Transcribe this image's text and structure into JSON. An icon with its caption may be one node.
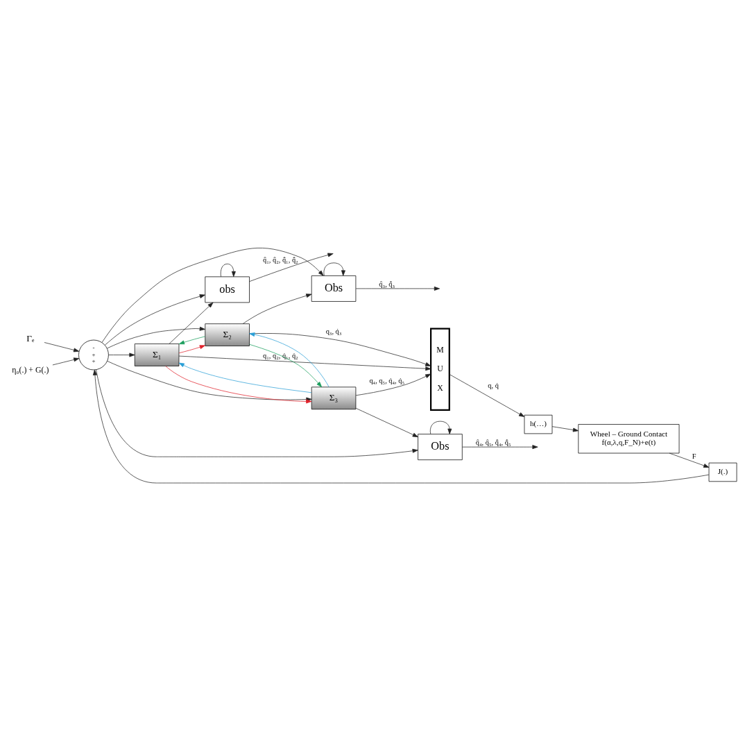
{
  "diagram": {
    "nodes": [
      {
        "text": [
          "Γₑ"
        ]
      },
      {
        "text": [
          "η₀(.) + G(.)"
        ]
      },
      {
        "text": [
          "-",
          "+",
          "+"
        ]
      },
      {
        "text": [
          "Σ₁"
        ]
      },
      {
        "text": [
          "obs"
        ]
      },
      {
        "text": [
          "Σ₂"
        ]
      },
      {
        "text": [
          "Obs"
        ]
      },
      {
        "text": [
          "Σ₃"
        ]
      },
      {
        "text": [
          "Obs"
        ]
      },
      {
        "text": [
          "M U X"
        ]
      },
      {
        "text": [
          "J(.)"
        ]
      },
      {
        "text": [
          "h(…)"
        ]
      },
      {
        "text": [
          "Wheel – Ground Contact",
          "f(α,λ,q,F_N)+e(t)"
        ]
      }
    ],
    "edges": [
      {
        "from": 0,
        "to": 2,
        "arrow": "to"
      },
      {
        "from": 1,
        "to": 2,
        "arrow": "to"
      },
      {
        "from": 10,
        "to": 2,
        "arrow": "to"
      },
      {
        "from": 2,
        "to": 3,
        "arrow": "to"
      },
      {
        "from": 2,
        "to": 4,
        "arrow": "to"
      },
      {
        "from": 2,
        "to": 5,
        "arrow": "to"
      },
      {
        "from": 2,
        "to": 6,
        "arrow": "to"
      },
      {
        "from": 2,
        "to": 7,
        "arrow": "to"
      },
      {
        "from": 2,
        "to": 8,
        "arrow": "to"
      },
      {
        "from": 3,
        "to": 9,
        "arrow": "to",
        "label": "q₁, q₂, q̇₁, q̇₂"
      },
      {
        "from": 3,
        "to": 4,
        "arrow": "to"
      },
      {
        "from": 4,
        "to": 4,
        "arrow": "to"
      },
      {
        "from": 4,
        "to": null,
        "arrow": "to",
        "label": "q̂₁, q̂₂, q̂̇₁, q̂̇₂"
      },
      {
        "from": 3,
        "to": 5,
        "arrow": "to",
        "color": "#e0202a"
      },
      {
        "from": 3,
        "to": 7,
        "arrow": "to",
        "color": "#e0202a"
      },
      {
        "from": 5,
        "to": 9,
        "arrow": "to",
        "label": "q₃, q̇₃"
      },
      {
        "from": 5,
        "to": 6,
        "arrow": "to"
      },
      {
        "from": 6,
        "to": 6,
        "arrow": "to"
      },
      {
        "from": 6,
        "to": null,
        "arrow": "to",
        "label": "q̂₃, q̂̇₃"
      },
      {
        "from": 5,
        "to": 3,
        "arrow": "to",
        "color": "#1a9e5c"
      },
      {
        "from": 5,
        "to": 7,
        "arrow": "to",
        "color": "#1a9e5c"
      },
      {
        "from": 7,
        "to": 9,
        "arrow": "to",
        "label": "q₄, q₅, q̇₄, q̇₅"
      },
      {
        "from": 7,
        "to": 8,
        "arrow": "to"
      },
      {
        "from": 8,
        "to": 8,
        "arrow": "to"
      },
      {
        "from": 8,
        "to": null,
        "arrow": "to",
        "label": "q̂₄, q̂₅, q̂̇₄, q̂̇₅"
      },
      {
        "from": 7,
        "to": 3,
        "arrow": "to",
        "color": "#2a9fd6"
      },
      {
        "from": 7,
        "to": 5,
        "arrow": "to",
        "color": "#2a9fd6"
      },
      {
        "from": 9,
        "to": 11,
        "arrow": "to",
        "label": "q, q̇"
      },
      {
        "from": 11,
        "to": 12,
        "arrow": "to"
      },
      {
        "from": 12,
        "to": 10,
        "arrow": "to",
        "label": "F"
      }
    ]
  }
}
